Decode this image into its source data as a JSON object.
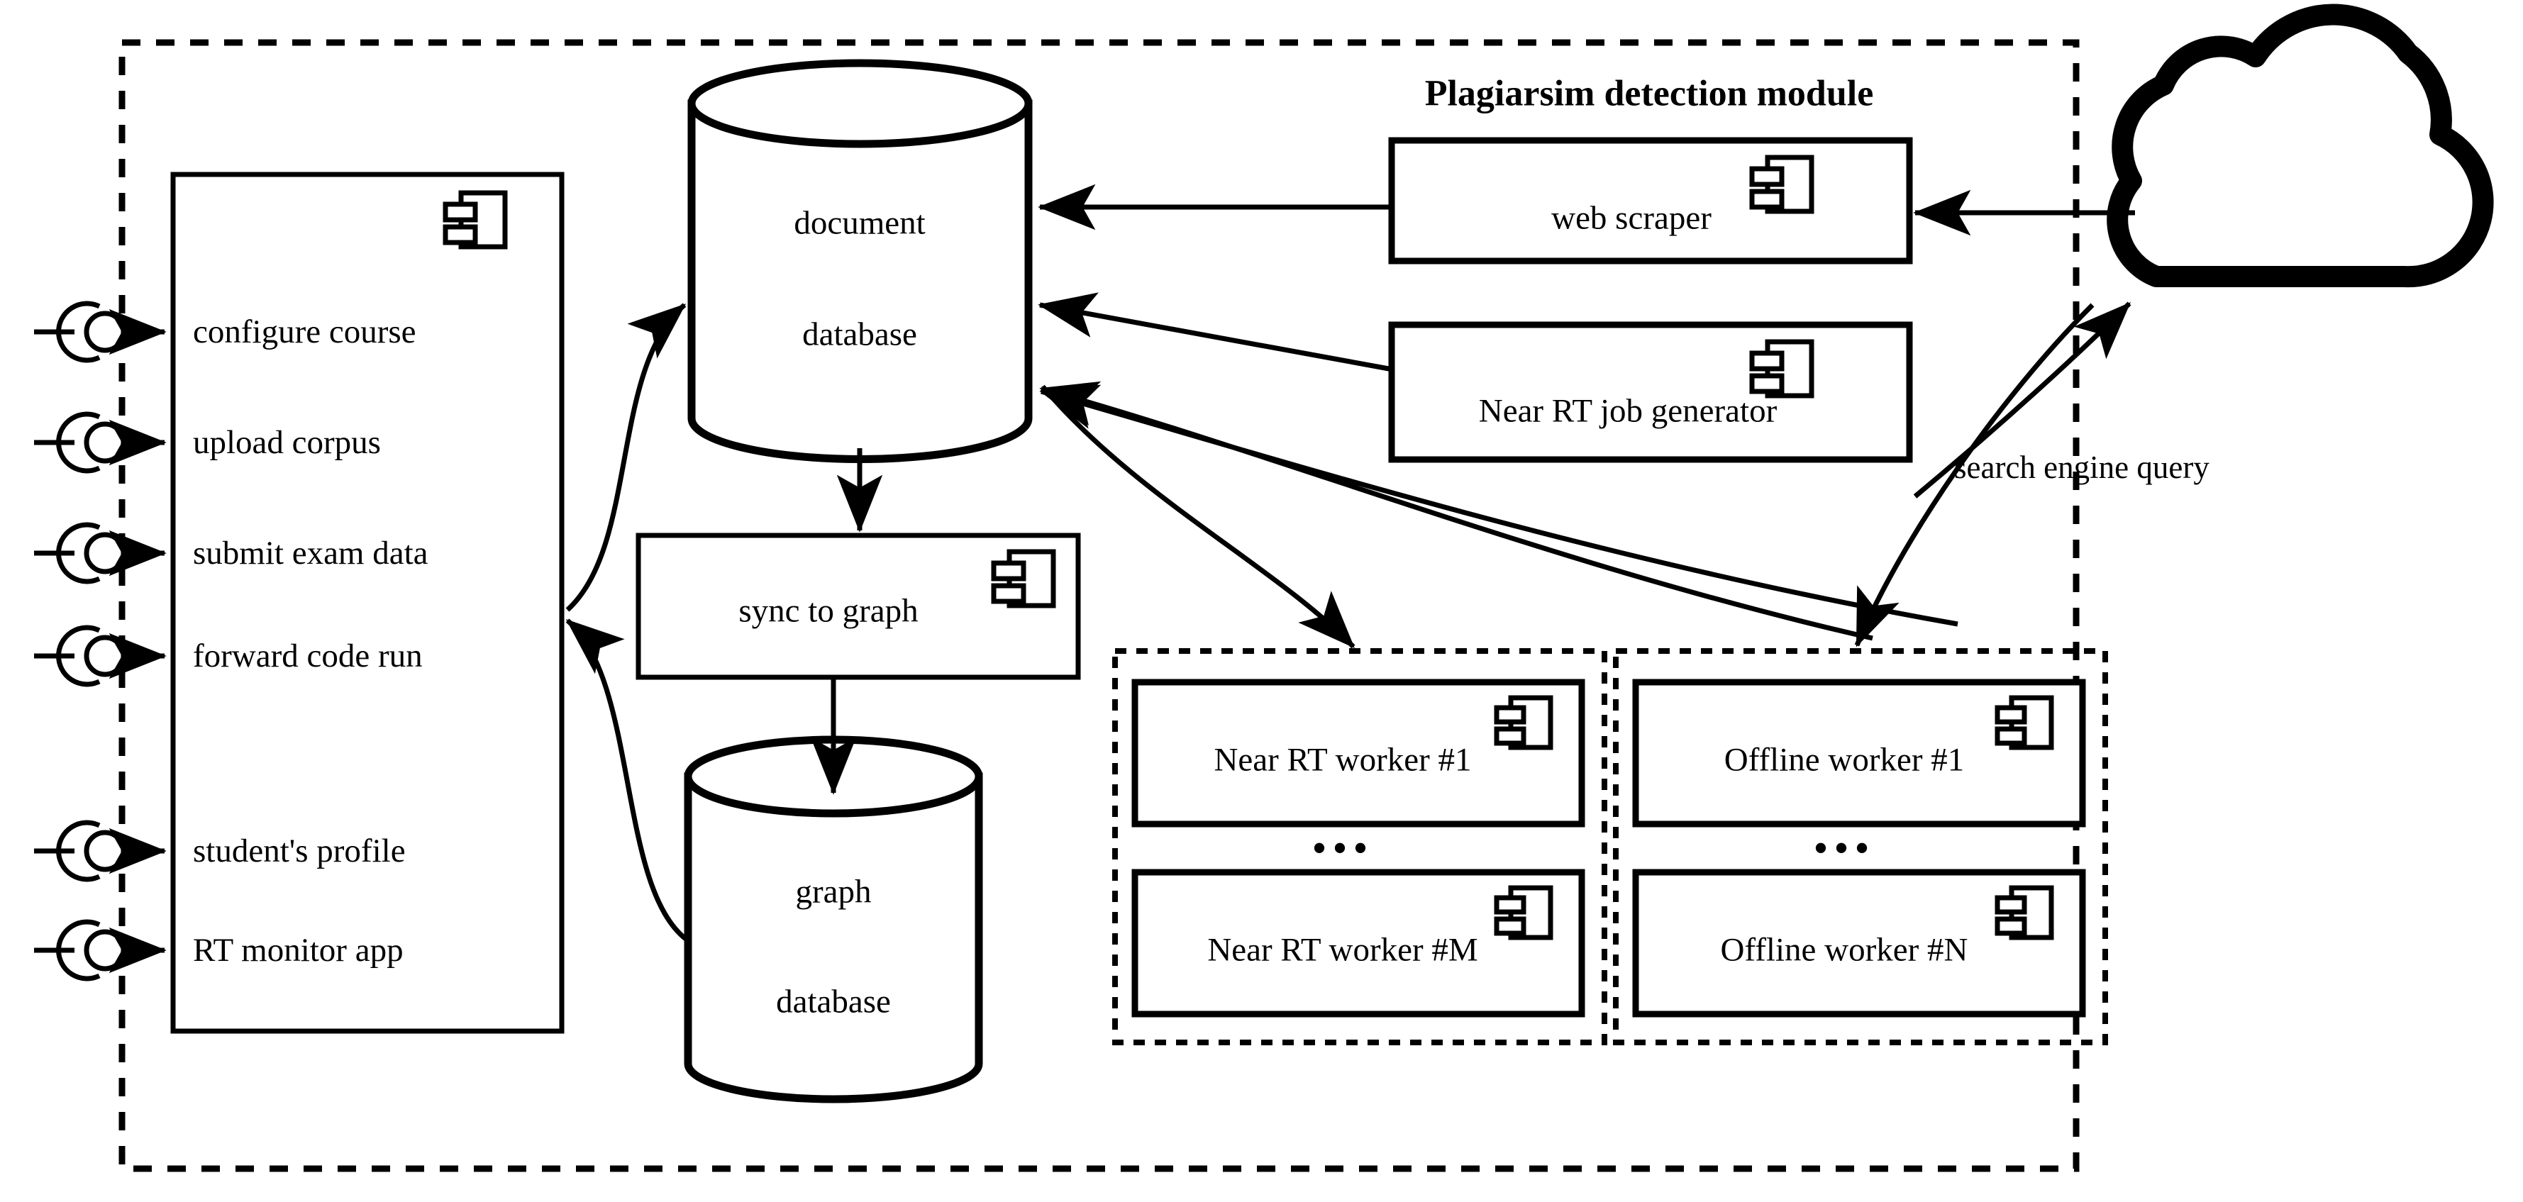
{
  "diagram": {
    "type": "uml-component-diagram",
    "module_title": "Plagiarsim detection module",
    "boundary_style": "dashed"
  },
  "main_component": {
    "icon": "uml-component-icon",
    "interfaces": [
      {
        "label": "configure course",
        "socket": "ball-and-socket"
      },
      {
        "label": "upload corpus",
        "socket": "ball-and-socket"
      },
      {
        "label": "submit exam data",
        "socket": "ball-and-socket"
      },
      {
        "label": "forward code run",
        "socket": "ball-and-socket"
      },
      {
        "label": "student's profile",
        "socket": "ball-and-socket"
      },
      {
        "label": "RT monitor app",
        "socket": "ball-and-socket"
      }
    ]
  },
  "datastores": [
    {
      "id": "document-database",
      "line1": "document",
      "line2": "database",
      "shape": "cylinder"
    },
    {
      "id": "graph-database",
      "line1": "graph",
      "line2": "database",
      "shape": "cylinder"
    }
  ],
  "components": [
    {
      "id": "sync-to-graph",
      "label": "sync to graph",
      "icon": "uml-component-icon"
    },
    {
      "id": "web-scraper",
      "label": "web scraper",
      "icon": "uml-component-icon"
    },
    {
      "id": "near-rt-job-generator",
      "label": "Near RT job generator",
      "icon": "uml-component-icon"
    }
  ],
  "worker_groups": [
    {
      "id": "near-rt-workers",
      "ellipsis": "•••",
      "workers": [
        {
          "label": "Near RT worker #1",
          "icon": "uml-component-icon"
        },
        {
          "label": "Near RT worker #M",
          "icon": "uml-component-icon"
        }
      ]
    },
    {
      "id": "offline-workers",
      "ellipsis": "•••",
      "workers": [
        {
          "label": "Offline worker #1",
          "icon": "uml-component-icon"
        },
        {
          "label": "Offline worker #N",
          "icon": "uml-component-icon"
        }
      ]
    }
  ],
  "external": {
    "cloud": {
      "id": "internet-cloud",
      "icon": "cloud-icon",
      "label": ""
    }
  },
  "edge_labels": [
    {
      "id": "search-engine-query",
      "text": "search engine query"
    }
  ],
  "colors": {
    "stroke": "#000000",
    "background": "#ffffff",
    "thick_stroke": "#000000"
  }
}
